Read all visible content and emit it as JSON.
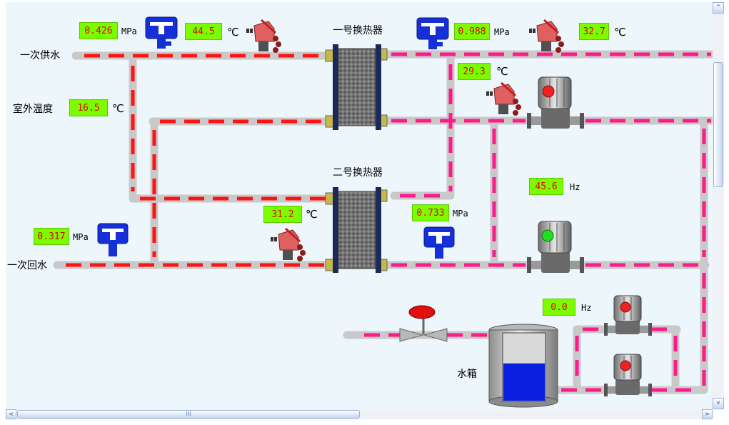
{
  "labels": {
    "primary_supply": "一次供水",
    "primary_return": "一次回水",
    "outdoor_temp": "室外温度",
    "hx1": "一号换热器",
    "hx2": "二号换热器",
    "water_tank": "水箱"
  },
  "readings": {
    "supply_pressure": "0.426",
    "supply_temp": "44.5",
    "return_pressure": "0.317",
    "return_temp": "31.2",
    "outdoor_temp": "16.5",
    "secondary_supply_pressure": "0.988",
    "secondary_supply_temp": "32.7",
    "secondary_return_temp": "29.3",
    "secondary_return_pressure": "0.733",
    "pump_freq": "45.6",
    "makeup_pump_freq": "0.0"
  },
  "units": {
    "pressure": "MPa",
    "temp": "℃",
    "freq": "Hz"
  },
  "scrollbar": {
    "left_arrow": "<",
    "right_arrow": ">",
    "up_arrow": "^",
    "down_arrow": "v",
    "grip": "III"
  },
  "colors": {
    "background": "#edf6fa",
    "pipe": "#c9c9c9",
    "primary_flow": "#ff1414",
    "secondary_flow": "#ff1a8c",
    "value_box": "#7cfc00",
    "value_text": "#e00000",
    "valve_blue": "#1530d8",
    "pump_running": "#22dd22",
    "pump_stopped": "#ee2222",
    "water": "#0b1fe0"
  },
  "icons": {
    "pressure_sensor": "pressure-transmitter-icon",
    "temp_sensor": "temperature-sensor-icon",
    "heat_exchanger": "plate-heat-exchanger-icon",
    "pump": "pump-icon",
    "valve": "valve-icon",
    "tank": "tank-icon"
  },
  "pump_states": {
    "pump1": "stopped",
    "pump2": "running",
    "pump3": "stopped",
    "pump4": "stopped"
  },
  "tank_level": 0.55
}
